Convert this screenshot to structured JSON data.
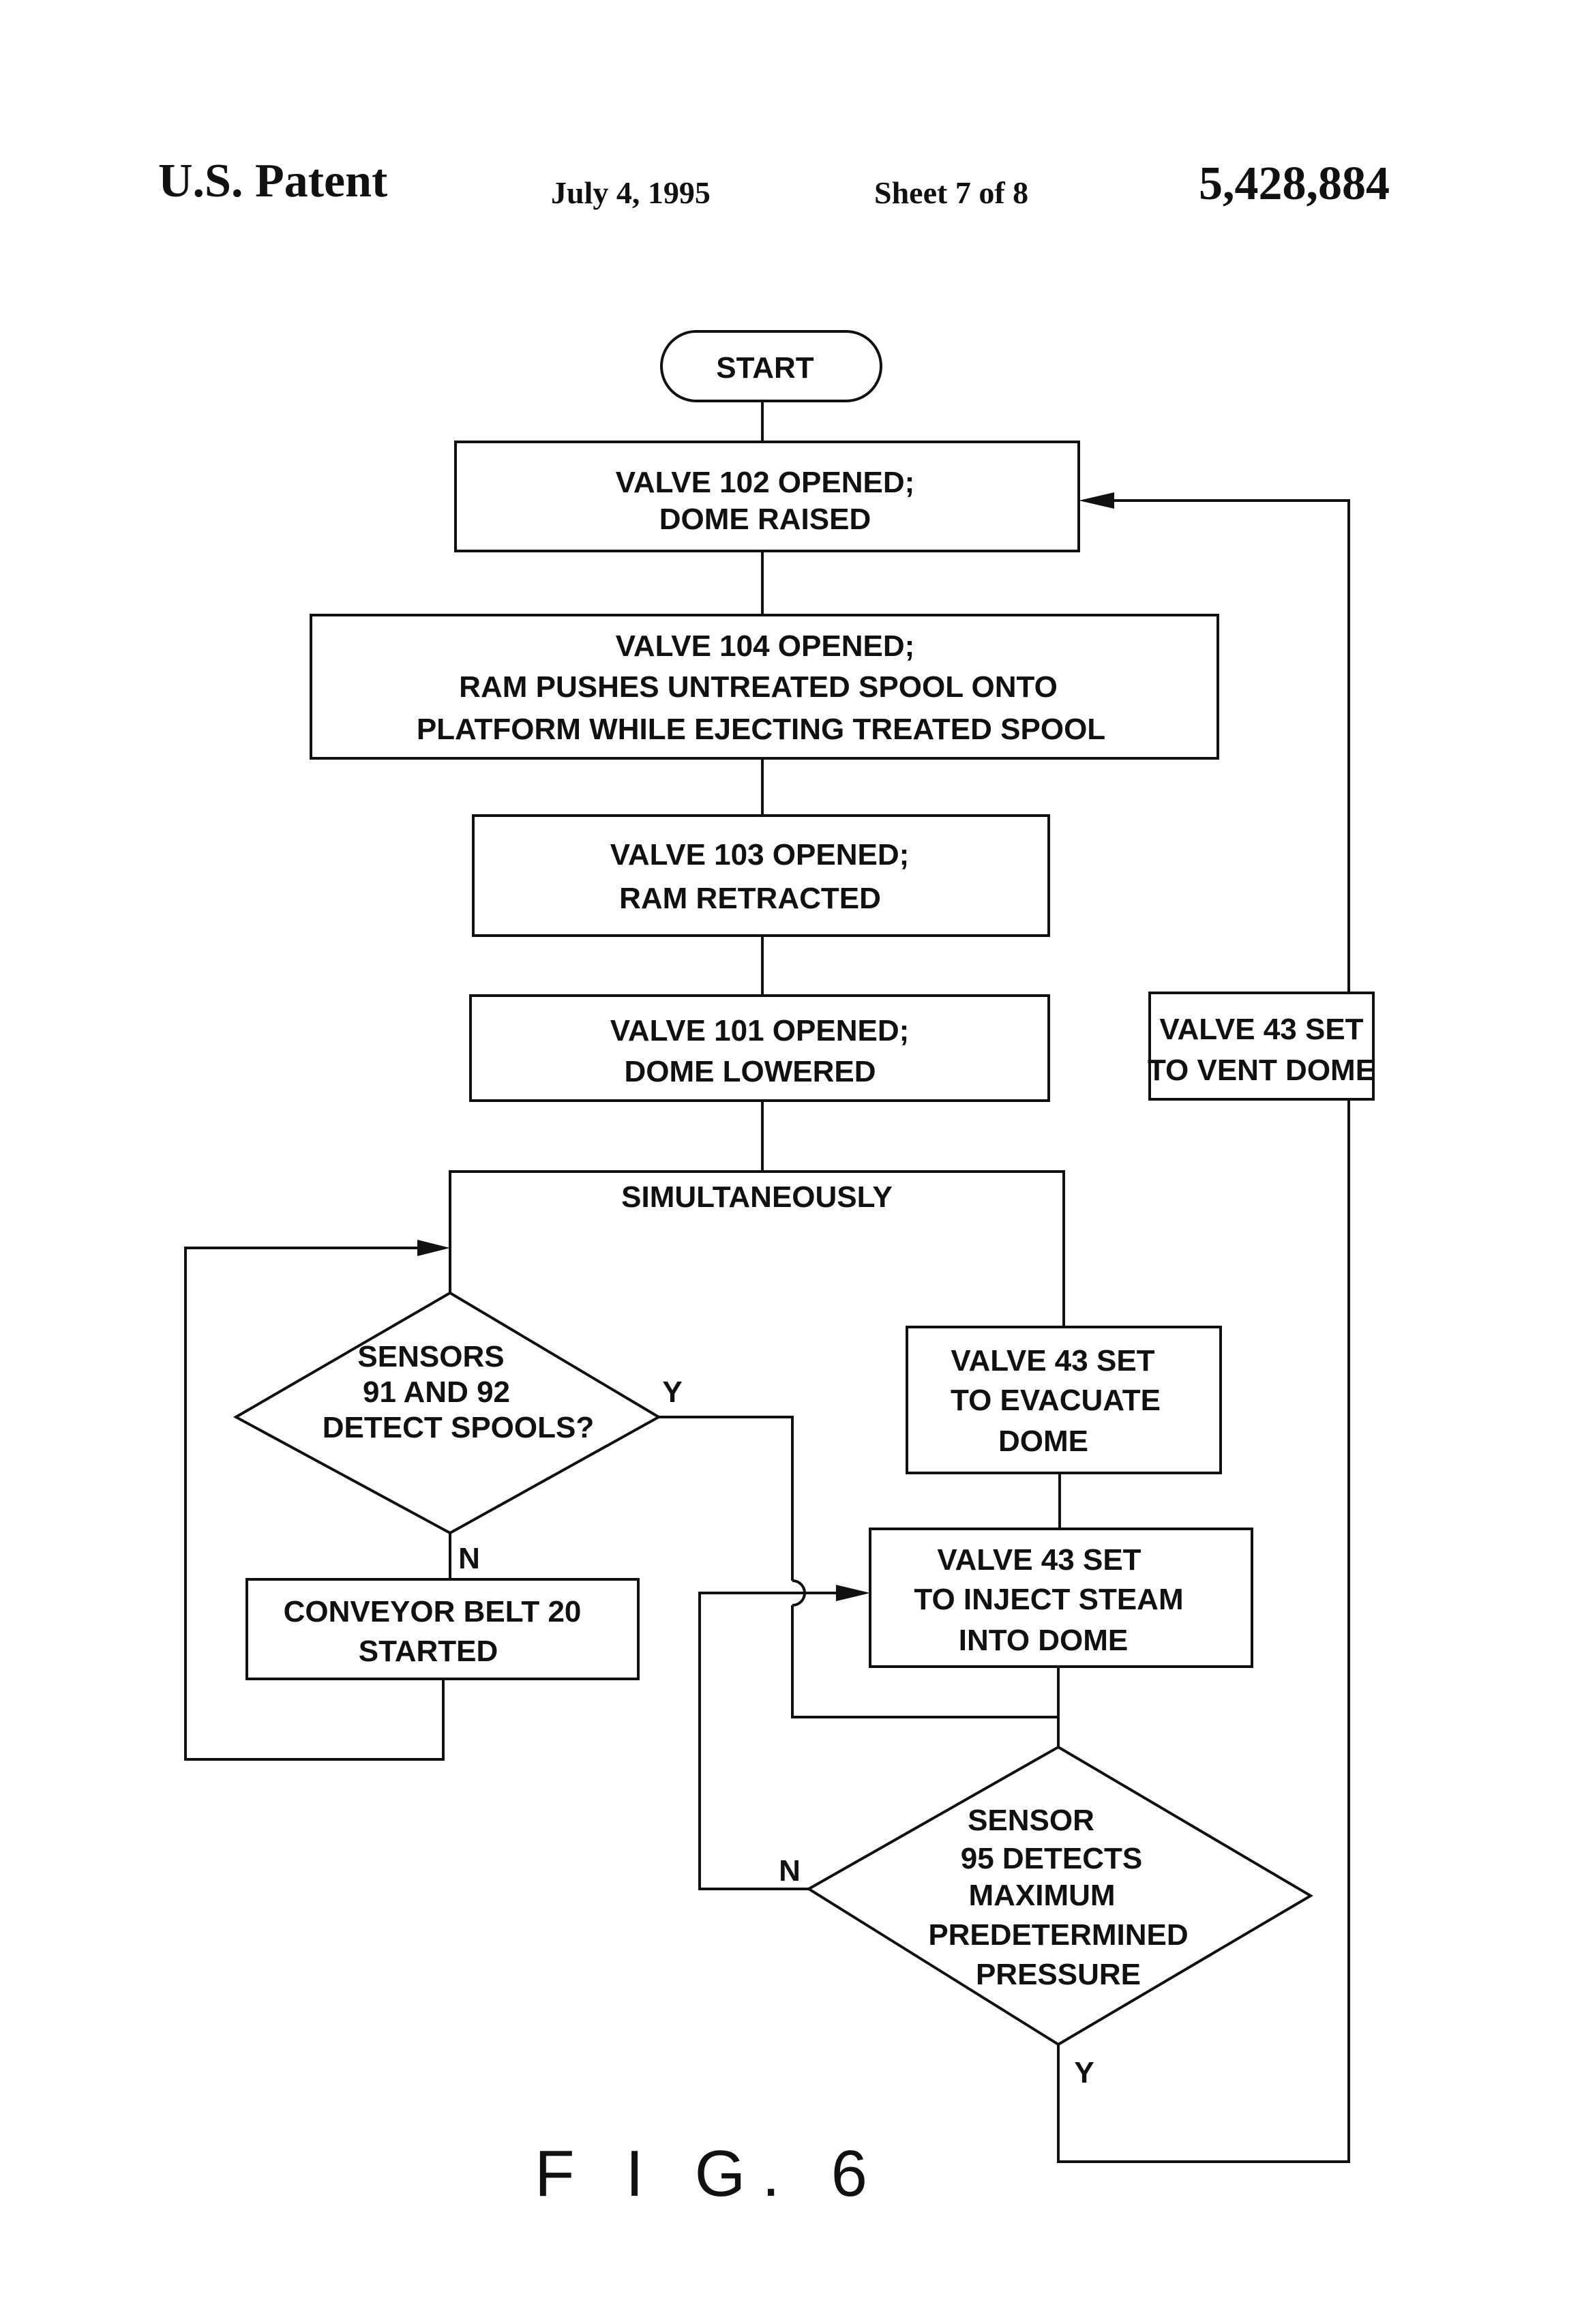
{
  "header": {
    "title": "U.S. Patent",
    "date": "July 4, 1995",
    "sheet": "Sheet 7 of 8",
    "patent_number": "5,428,884"
  },
  "figure_label": "F I G. 6",
  "flowchart": {
    "start": "START",
    "valve102": [
      "VALVE 102 OPENED;",
      "DOME RAISED"
    ],
    "valve104": [
      "VALVE 104 OPENED;",
      "RAM PUSHES UNTREATED SPOOL ONTO",
      "PLATFORM WHILE EJECTING TREATED SPOOL"
    ],
    "valve103": [
      "VALVE 103 OPENED;",
      "RAM RETRACTED"
    ],
    "valve101": [
      "VALVE 101 OPENED;",
      "DOME LOWERED"
    ],
    "vent": [
      "VALVE 43 SET",
      "TO VENT DOME"
    ],
    "simultaneously": "SIMULTANEOUSLY",
    "sensors_decision": [
      "SENSORS",
      "91 AND 92",
      "DETECT SPOOLS?"
    ],
    "conveyor": [
      "CONVEYOR BELT 20",
      "STARTED"
    ],
    "evacuate": [
      "VALVE 43 SET",
      "TO EVACUATE",
      "DOME"
    ],
    "inject": [
      "VALVE 43 SET",
      "TO INJECT STEAM",
      "INTO DOME"
    ],
    "pressure_decision": [
      "SENSOR",
      "95 DETECTS",
      "MAXIMUM",
      "PREDETERMINED",
      "PRESSURE"
    ],
    "yes": "Y",
    "no": "N"
  }
}
